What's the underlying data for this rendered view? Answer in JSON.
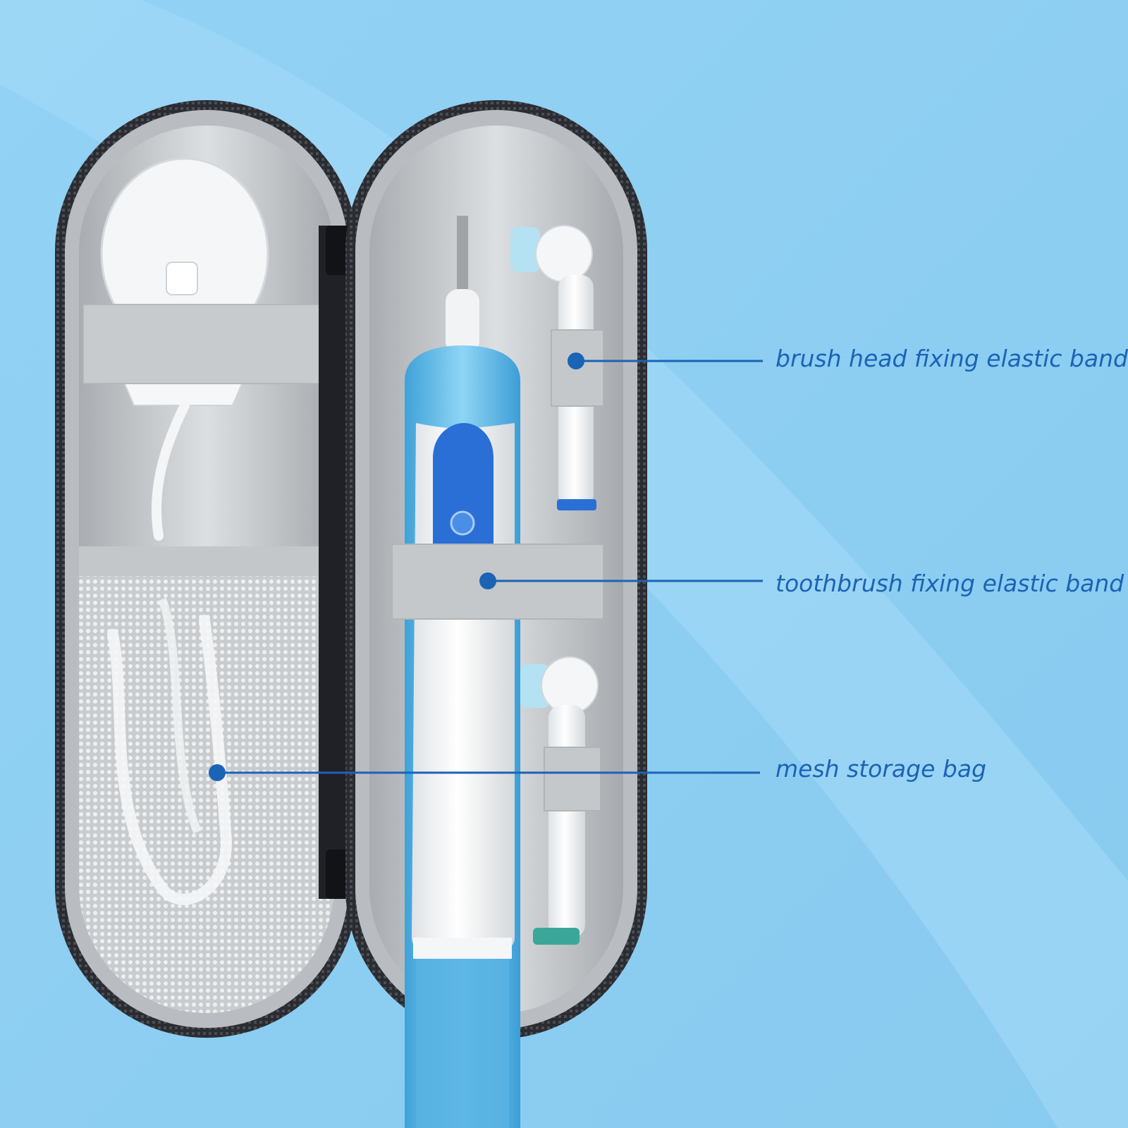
{
  "callouts": {
    "brush_head_band": "brush head fixing elastic band",
    "toothbrush_band": "toothbrush fixing elastic band",
    "mesh_bag": "mesh storage bag"
  },
  "colors": {
    "background": "#8ecff2",
    "callout_text": "#1b63b5",
    "callout_line": "#1b63b5",
    "case_shell": "#2b2d33",
    "case_lining": "#cfd2d5",
    "toothbrush_blue": "#5ab8e6",
    "button_blue": "#2a6fd6"
  },
  "icons": {
    "toothbrush": "electric-toothbrush",
    "brush_head": "brush-head",
    "charger": "charging-stand",
    "mesh": "mesh-pocket",
    "power": "power-icon"
  }
}
